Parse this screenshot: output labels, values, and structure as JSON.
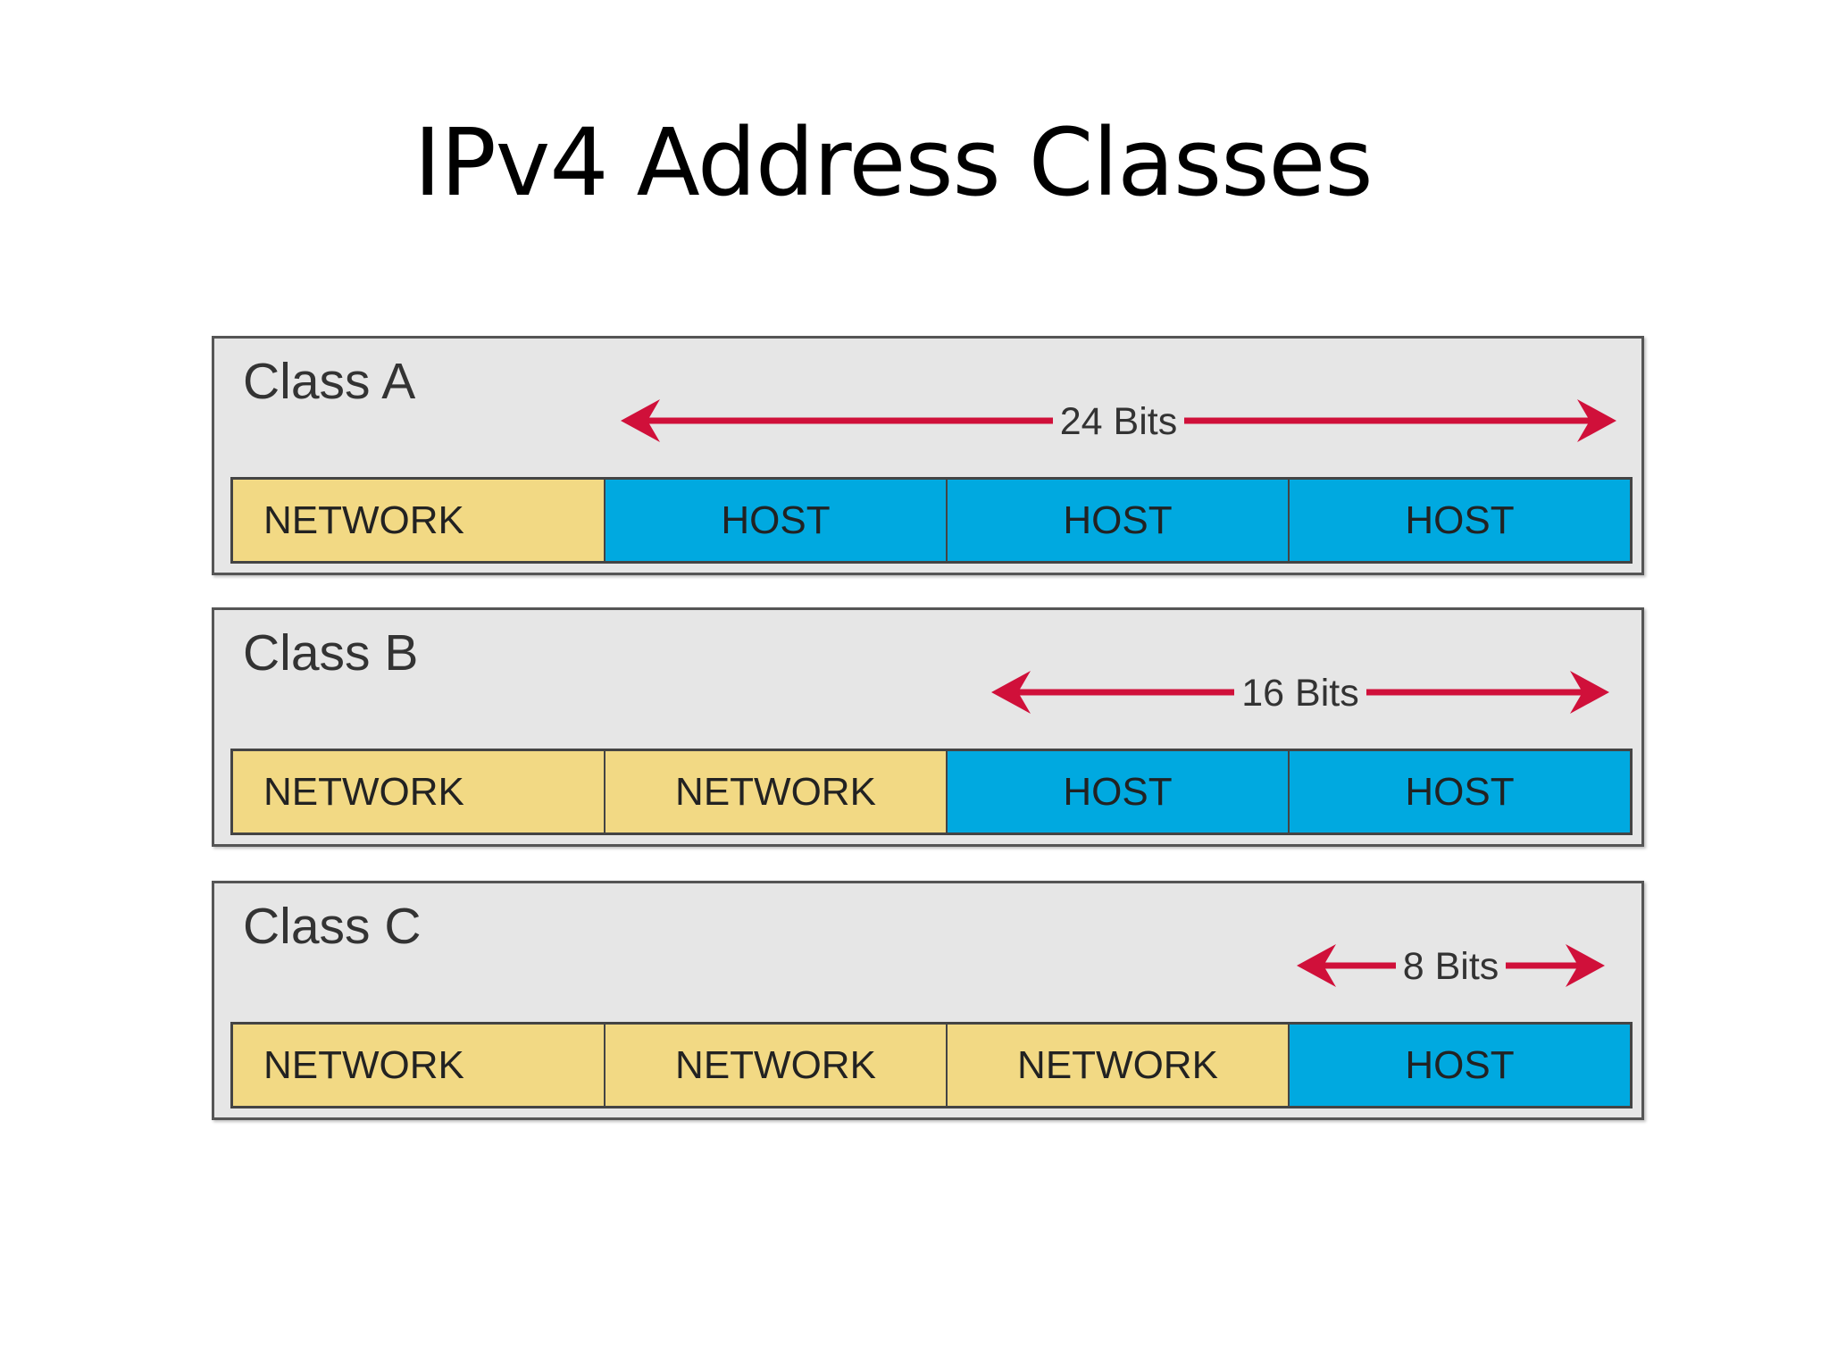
{
  "title": "IPv4 Address Classes",
  "colors": {
    "network": "#f2d984",
    "host": "#00a9e0",
    "arrow": "#d0103a",
    "panel": "#e6e6e6"
  },
  "classes": [
    {
      "label": "Class A",
      "bits_label": "24 Bits",
      "octets": [
        "NETWORK",
        "HOST",
        "HOST",
        "HOST"
      ],
      "types": [
        "network",
        "host",
        "host",
        "host"
      ]
    },
    {
      "label": "Class B",
      "bits_label": "16 Bits",
      "octets": [
        "NETWORK",
        "NETWORK",
        "HOST",
        "HOST"
      ],
      "types": [
        "network",
        "network",
        "host",
        "host"
      ]
    },
    {
      "label": "Class C",
      "bits_label": "8 Bits",
      "octets": [
        "NETWORK",
        "NETWORK",
        "NETWORK",
        "HOST"
      ],
      "types": [
        "network",
        "network",
        "network",
        "host"
      ]
    }
  ]
}
